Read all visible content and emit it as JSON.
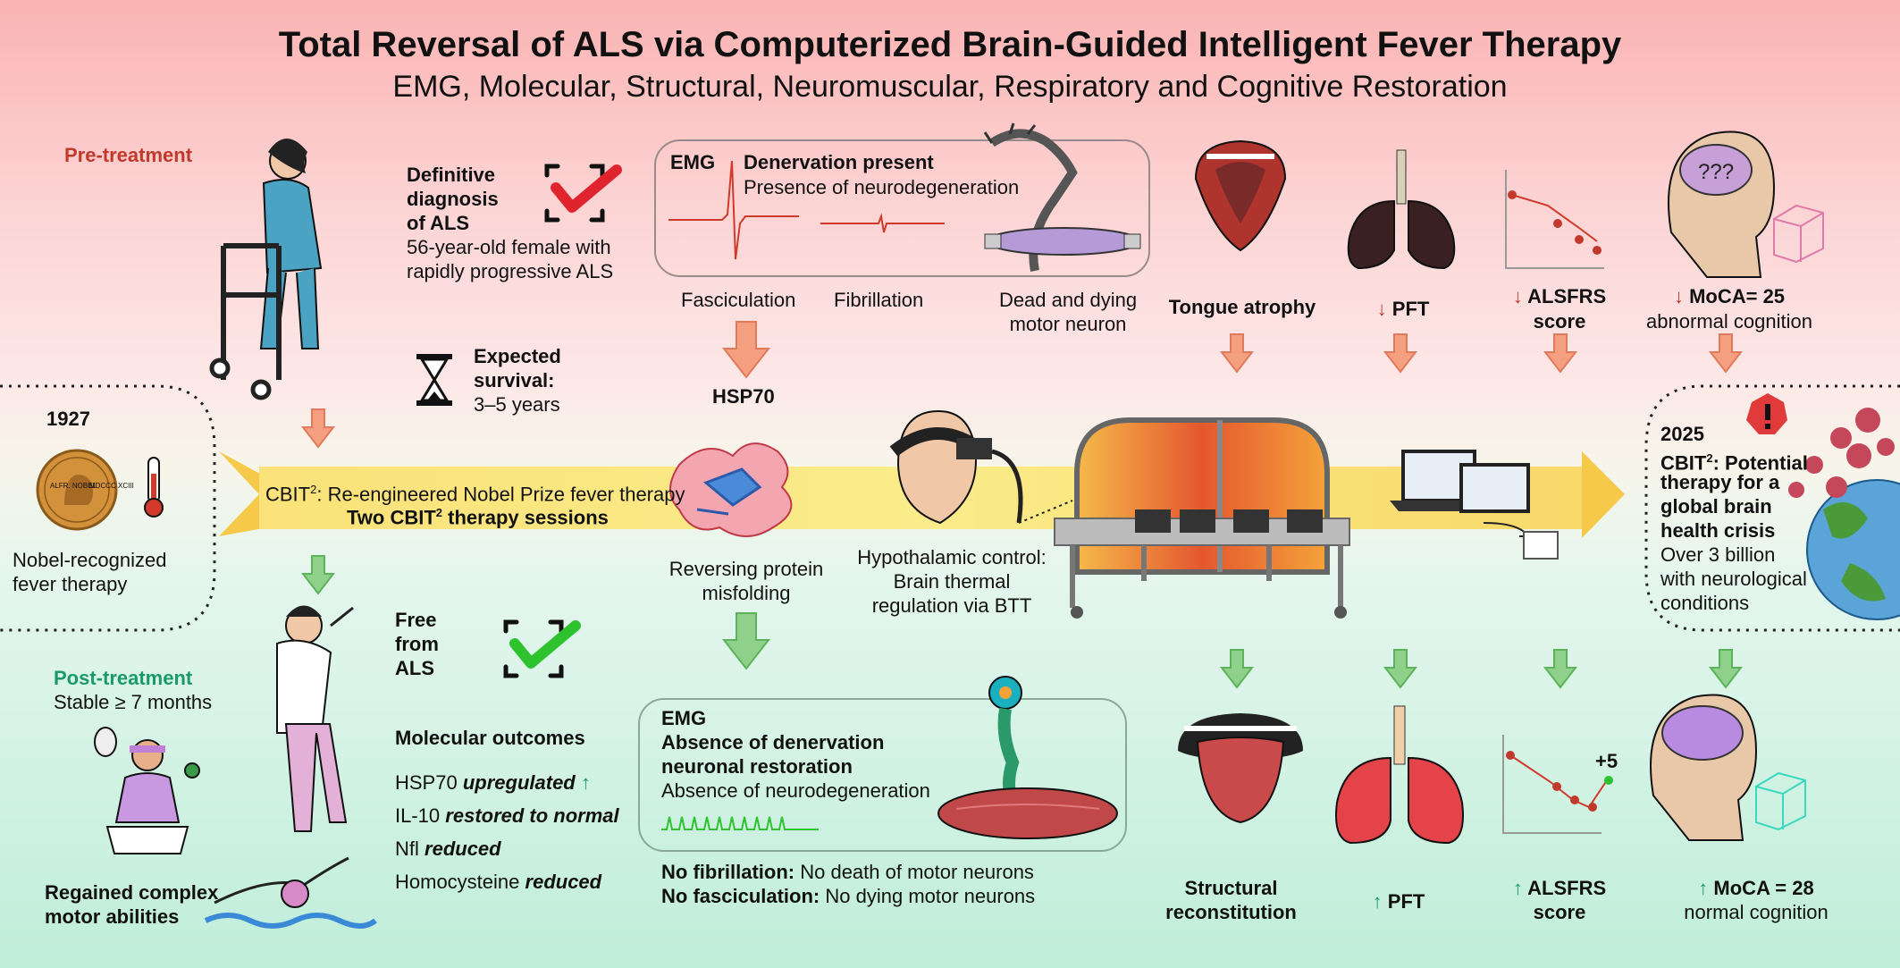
{
  "header": {
    "title": "Total Reversal of ALS via Computerized Brain-Guided Intelligent Fever Therapy",
    "subtitle": "EMG, Molecular, Structural, Neuromuscular, Respiratory and Cognitive Restoration"
  },
  "pre": {
    "label": "Pre-treatment",
    "diagnosis_line1": "Definitive",
    "diagnosis_line2": "diagnosis",
    "diagnosis_line3": "of ALS",
    "patient_line1": "56-year-old female with",
    "patient_line2": "rapidly progressive ALS",
    "survival_line1": "Expected",
    "survival_line2": "survival:",
    "survival_line3": "3–5 years"
  },
  "emg_pre": {
    "label": "EMG",
    "title": "Denervation present",
    "subtitle": "Presence of neurodegeneration",
    "fasciculation": "Fasciculation",
    "fibrillation": "Fibrillation",
    "neuron_line1": "Dead and dying",
    "neuron_line2": "motor neuron"
  },
  "pre_outcomes": {
    "tongue": "Tongue atrophy",
    "pft_arrow": "↓",
    "pft": "PFT",
    "alsfrs_arrow": "↓",
    "alsfrs_line1": "ALSFRS",
    "alsfrs_line2": "score",
    "moca_arrow": "↓",
    "moca": "MoCA= 25",
    "moca_sub": "abnormal cognition"
  },
  "history": {
    "year": "1927",
    "line1": "Nobel-recognized",
    "line2": "fever therapy",
    "medal_text_left": "ALFR. NOBEL",
    "medal_text_right": "MDCCC XCIII"
  },
  "band": {
    "line1_prefix": "CBIT",
    "line1_sup": "2",
    "line1_suffix": ": Re-engineered Nobel Prize fever therapy",
    "line2_prefix": "Two CBIT",
    "line2_sup": "2",
    "line2_suffix": " therapy sessions"
  },
  "hsp": {
    "label": "HSP70",
    "caption_line1": "Reversing protein",
    "caption_line2": "misfolding"
  },
  "hypothalamic": {
    "line1": "Hypothalamic control:",
    "line2": "Brain thermal",
    "line3": "regulation via BTT"
  },
  "future": {
    "year": "2025",
    "line1_prefix": "CBIT",
    "line1_sup": "2",
    "line1_suffix": ": Potential",
    "line2": "therapy for a",
    "line3": "global brain",
    "line4": "health crisis",
    "line5": "Over 3 billion",
    "line6": "with neurological",
    "line7": "conditions"
  },
  "post": {
    "label": "Post-treatment",
    "stable": "Stable ≥ 7 months",
    "free_line1": "Free",
    "free_line2": "from",
    "free_line3": "ALS",
    "regained_line1": "Regained complex",
    "regained_line2": "motor abilities"
  },
  "molecular": {
    "title": "Molecular outcomes",
    "items": [
      {
        "name": "HSP70",
        "status": "upregulated",
        "arrow": "↑"
      },
      {
        "name": "IL-10",
        "status": "restored to normal",
        "arrow": ""
      },
      {
        "name": "Nfl",
        "status": "reduced",
        "arrow": ""
      },
      {
        "name": "Homocysteine",
        "status": "reduced",
        "arrow": ""
      }
    ]
  },
  "emg_post": {
    "label": "EMG",
    "line1": "Absence of denervation",
    "line2": "neuronal restoration",
    "line3": "Absence of neurodegeneration",
    "fib_bold": "No fibrillation:",
    "fib_rest": "No death of motor neurons",
    "fasc_bold": "No fasciculation:",
    "fasc_rest": "No dying motor neurons"
  },
  "post_outcomes": {
    "structural_line1": "Structural",
    "structural_line2": "reconstitution",
    "pft_arrow": "↑",
    "pft": "PFT",
    "alsfrs_arrow": "↑",
    "alsfrs_line1": "ALSFRS",
    "alsfrs_line2": "score",
    "alsfrs_delta": "+5",
    "moca_arrow": "↑",
    "moca": "MoCA = 28",
    "moca_sub": "normal cognition"
  },
  "colors": {
    "red": "#c0392b",
    "green": "#1a9a6a",
    "arrow_down_red": "#f4a080",
    "arrow_down_green": "#8fd18a",
    "band_yellow": "#f8e776"
  }
}
